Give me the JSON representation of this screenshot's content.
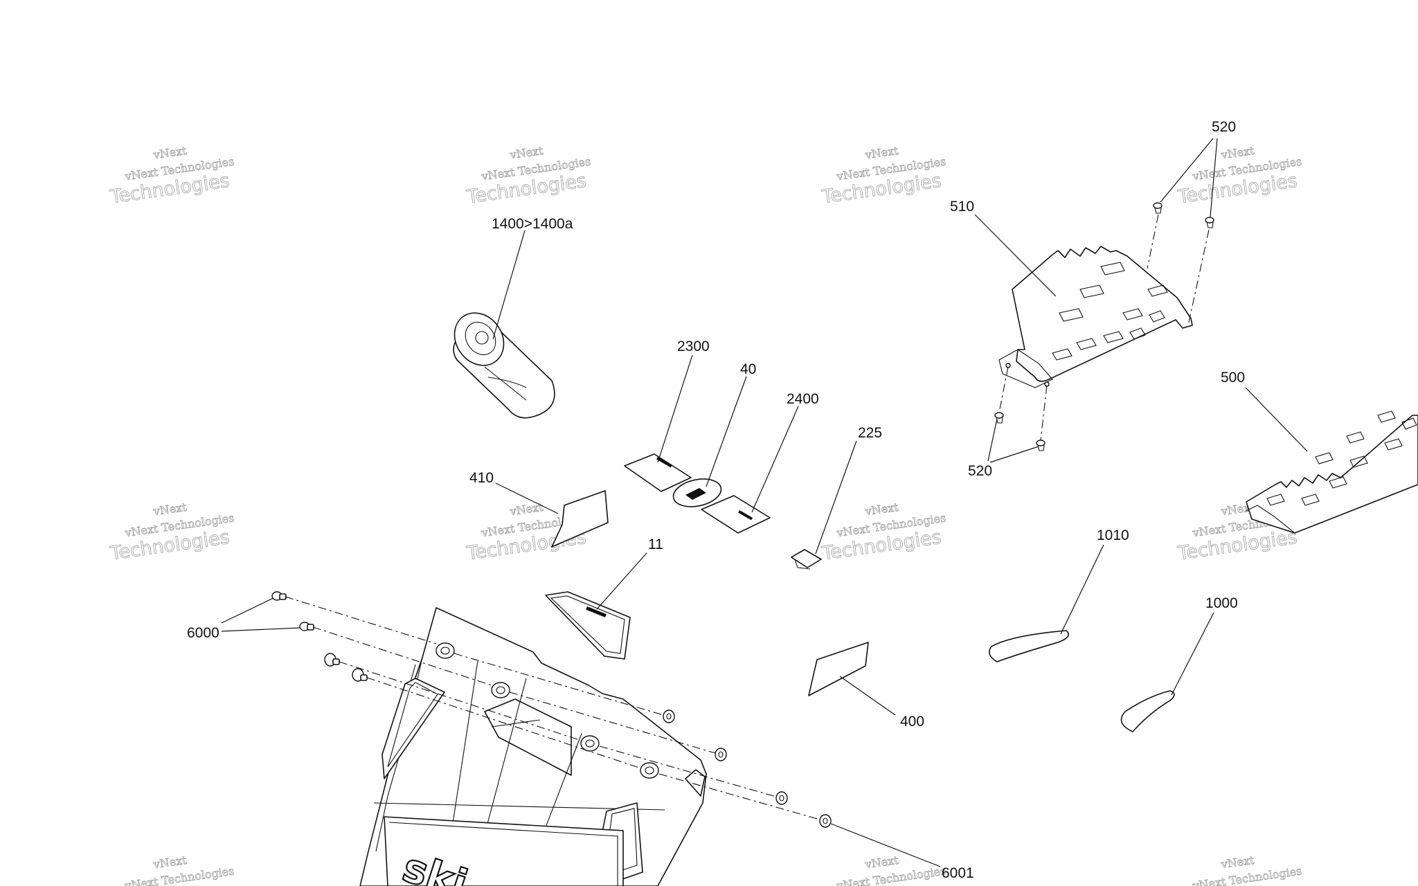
{
  "watermark": {
    "line1": "vNext",
    "line2": "vNext Technologies",
    "line3": "Technologies"
  },
  "callouts": {
    "c1400": "1400>1400a",
    "c2300": "2300",
    "c40": "40",
    "c2400": "2400",
    "c225": "225",
    "c410": "410",
    "c11": "11",
    "c6000": "6000",
    "c6001": "6001",
    "c400": "400",
    "c510": "510",
    "c520a": "520",
    "c520b": "520",
    "c500": "500",
    "c1010": "1010",
    "c1000": "1000"
  },
  "hood_logo_text": "ski"
}
